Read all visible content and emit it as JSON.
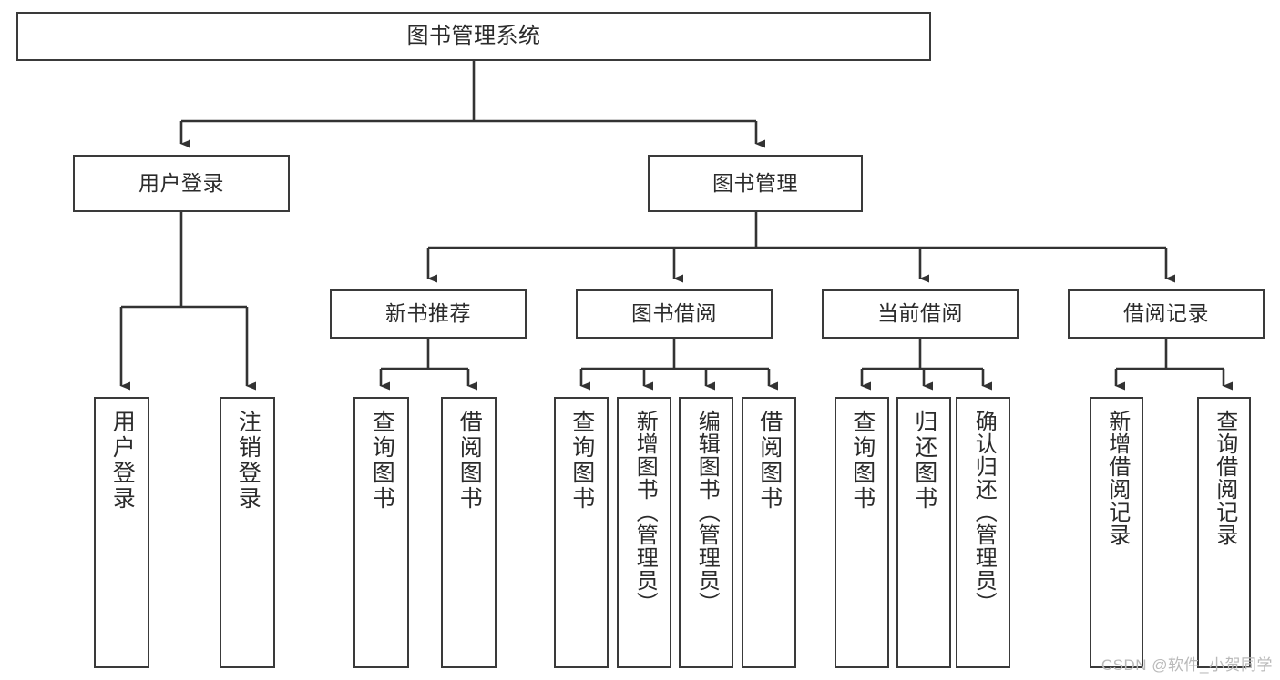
{
  "diagram": {
    "title": "图书管理系统",
    "type": "功能结构图",
    "colors": {
      "node_border": "#3a3a3a",
      "node_fill": "#ffffff",
      "edge": "#333333",
      "text": "#2b2b2b",
      "watermark": "#b9b9b9",
      "background": "#ffffff"
    },
    "nodes": {
      "root": {
        "label": "图书管理系统"
      },
      "level2": [
        {
          "id": "user-login",
          "label": "用户登录"
        },
        {
          "id": "book-manage",
          "label": "图书管理"
        }
      ],
      "level3": [
        {
          "id": "new-book-rec",
          "label": "新书推荐"
        },
        {
          "id": "book-borrow",
          "label": "图书借阅"
        },
        {
          "id": "current-borrow",
          "label": "当前借阅"
        },
        {
          "id": "borrow-record",
          "label": "借阅记录"
        }
      ],
      "leaves": {
        "user-login": [
          {
            "id": "leaf-user-login",
            "label": "用户登录"
          },
          {
            "id": "leaf-logout-login",
            "label": "注销登录"
          }
        ],
        "new-book-rec": [
          {
            "id": "leaf-query-book-1",
            "label": "查询图书"
          },
          {
            "id": "leaf-borrow-book-1",
            "label": "借阅图书"
          }
        ],
        "book-borrow": [
          {
            "id": "leaf-query-book-2",
            "label": "查询图书"
          },
          {
            "id": "leaf-add-book",
            "label": "新增图书（管理员）"
          },
          {
            "id": "leaf-edit-book",
            "label": "编辑图书（管理员）"
          },
          {
            "id": "leaf-borrow-book-2",
            "label": "借阅图书"
          }
        ],
        "current-borrow": [
          {
            "id": "leaf-query-book-3",
            "label": "查询图书"
          },
          {
            "id": "leaf-return-book",
            "label": "归还图书"
          },
          {
            "id": "leaf-confirm-return",
            "label": "确认归还（管理员）"
          }
        ],
        "borrow-record": [
          {
            "id": "leaf-add-record",
            "label": "新增借阅记录"
          },
          {
            "id": "leaf-query-record",
            "label": "查询借阅记录"
          }
        ]
      }
    },
    "watermark": "CSDN @软件_小贺同学"
  }
}
